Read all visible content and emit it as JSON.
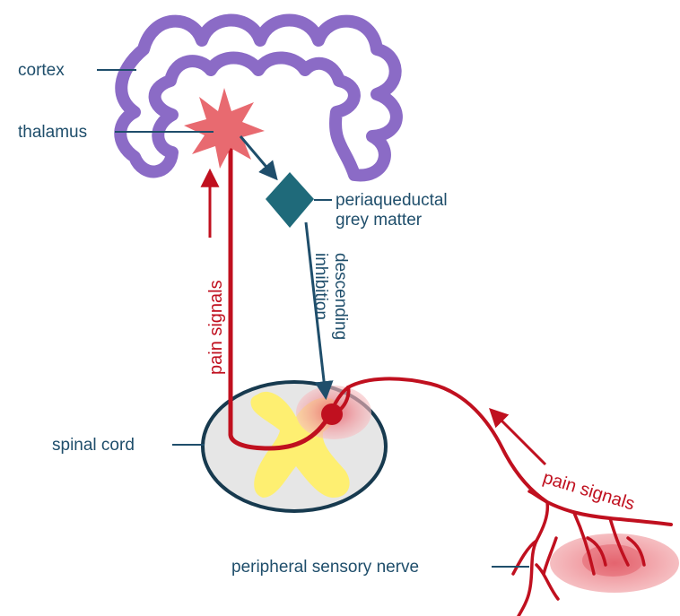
{
  "labels": {
    "cortex": "cortex",
    "thalamus": "thalamus",
    "pag_line1": "periaqueductal",
    "pag_line2": "grey matter",
    "descending_line1": "descending",
    "descending_line2": "inhibition",
    "pain_signals_vertical": "pain signals",
    "pain_signals_peripheral": "pain signals",
    "spinal_cord": "spinal cord",
    "peripheral_nerve": "peripheral sensory nerve"
  },
  "colors": {
    "cortex": "#8b6bc6",
    "thalamus": "#e86a70",
    "pag": "#1f6a7a",
    "pain_pathway": "#c0101f",
    "label_text": "#1f4e6b",
    "spinal_cord_fill": "#e6e6e6",
    "spinal_cord_outline": "#173a4f",
    "grey_matter": "#ffef6a",
    "injury_glow": "#f09aa0"
  }
}
